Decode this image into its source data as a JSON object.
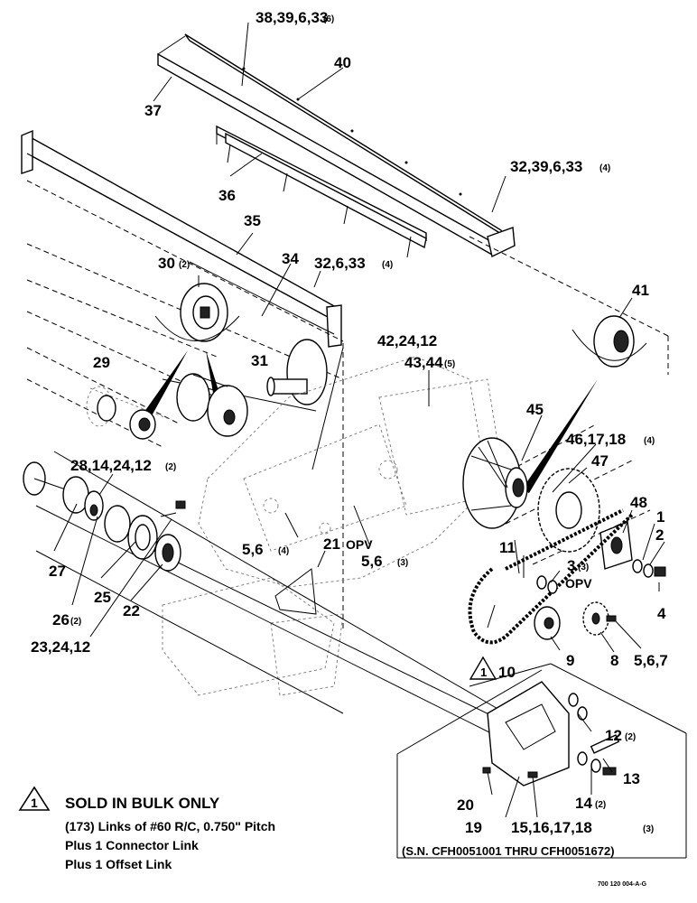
{
  "callouts": {
    "c38": "38,39,6,33",
    "c38_qty": "(6)",
    "c40": "40",
    "c37": "37",
    "c32a": "32,39,6,33",
    "c32a_qty": "(4)",
    "c36": "36",
    "c35": "35",
    "c30": "30",
    "c30_qty": "(2)",
    "c34": "34",
    "c32b": "32,6,33",
    "c32b_qty": "(4)",
    "c41": "41",
    "c42": "42,24,12",
    "c43": "43,44",
    "c43_qty": "(5)",
    "c29": "29",
    "c31": "31",
    "c45": "45",
    "c46": "46,17,18",
    "c46_qty": "(4)",
    "c47": "47",
    "c28": "28,14,24,12",
    "c28_qty": "(2)",
    "c48": "48",
    "c1": "1",
    "c2": "2",
    "c21": "21",
    "c21_opv": "OPV",
    "c11": "11",
    "c3": "3",
    "c3_qty": "(3)",
    "c3_opv": "OPV",
    "c5a": "5,6",
    "c5a_qty": "(4)",
    "c5b": "5,6",
    "c5b_qty": "(3)",
    "c27": "27",
    "c22": "22",
    "c25": "25",
    "c26": "26",
    "c26_qty": "(2)",
    "c23": "23,24,12",
    "c4": "4",
    "c9": "9",
    "c8": "8",
    "c567": "5,6,7",
    "c10": "10",
    "c12": "12",
    "c12_qty": "(2)",
    "c13": "13",
    "c14": "14",
    "c14_qty": "(2)",
    "c20": "20",
    "c19": "19",
    "c15": "15,16,17,18",
    "c15_qty": "(3)"
  },
  "note": {
    "marker": "1",
    "title": "SOLD IN BULK ONLY",
    "line1": "(173) Links of #60 R/C, 0.750\" Pitch",
    "line2": "Plus 1 Connector Link",
    "line3": "Plus 1 Offset Link"
  },
  "serial_range": "(S.N. CFH0051001 THRU CFH0051672)",
  "drawing_number": "700 120 004-A-G"
}
